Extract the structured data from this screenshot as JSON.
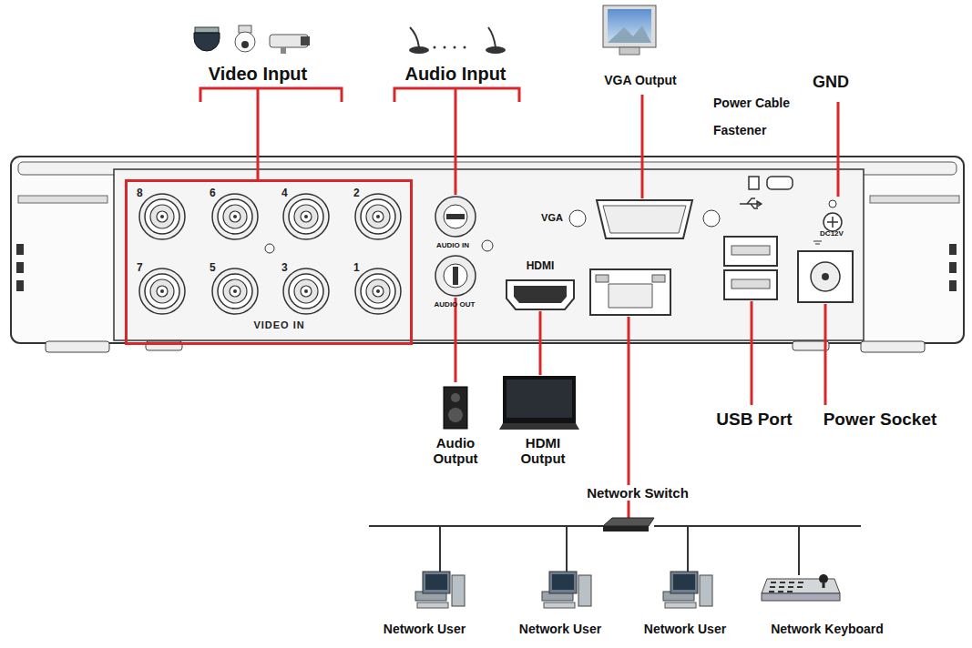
{
  "diagram": {
    "nodes": [
      {
        "text": [
          "8",
          "6",
          "4",
          "2",
          "7",
          "5",
          "3",
          "1",
          "VIDEO IN"
        ]
      }
    ],
    "labels": [
      "Video Input",
      "Audio Input",
      "VGA Output",
      "Power Cable Fastener",
      "GND",
      "AUDIO IN",
      "AUDIO OUT",
      "VGA",
      "HDMI",
      "DC12V",
      "Audio Output",
      "HDMI Output",
      "Network Switch",
      "USB Port",
      "Power Socket",
      "Network User",
      "Network User",
      "Network User",
      "Network Keyboard"
    ]
  }
}
